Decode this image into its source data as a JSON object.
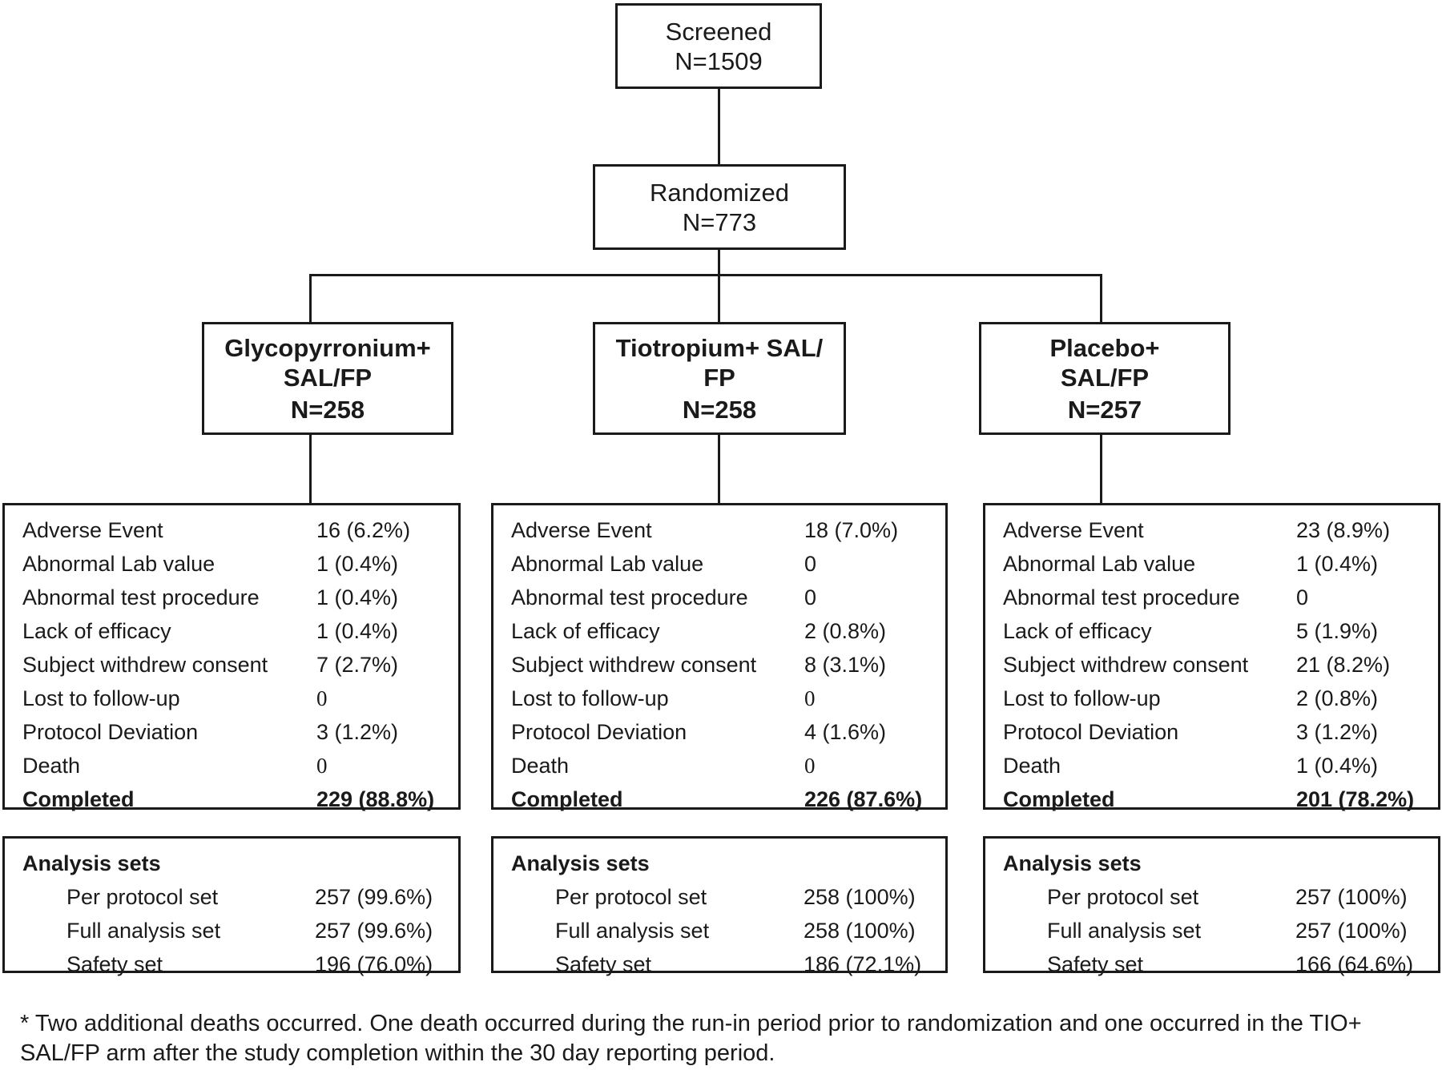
{
  "screened": {
    "title": "Screened",
    "n": "N=1509"
  },
  "randomized": {
    "title": "Randomized",
    "n": "N=773"
  },
  "arms": [
    {
      "name_line1": "Glycopyrronium+",
      "name_line2": "SAL/FP",
      "n": "N=258",
      "discontinuations": [
        {
          "label": "Adverse Event",
          "value": "16 (6.2%)"
        },
        {
          "label": "Abnormal Lab value",
          "value": "1 (0.4%)"
        },
        {
          "label": "Abnormal test procedure",
          "value": "1 (0.4%)"
        },
        {
          "label": "Lack of efficacy",
          "value": "1 (0.4%)"
        },
        {
          "label": "Subject withdrew consent",
          "value": "7 (2.7%)"
        },
        {
          "label": "Lost to follow-up",
          "value": "0"
        },
        {
          "label": "Protocol Deviation",
          "value": "3 (1.2%)"
        },
        {
          "label": "Death",
          "value": "0"
        }
      ],
      "completed": {
        "label": "Completed",
        "value": "229  (88.8%)"
      },
      "analysis_title": "Analysis sets",
      "analysis_sets": [
        {
          "label": "Per protocol set",
          "value": "257 (99.6%)"
        },
        {
          "label": "Full analysis set",
          "value": "257 (99.6%)"
        },
        {
          "label": "Safety set",
          "value": "196 (76.0%)"
        }
      ]
    },
    {
      "name_line1": "Tiotropium+ SAL/",
      "name_line2": "FP",
      "n": "N=258",
      "discontinuations": [
        {
          "label": "Adverse Event",
          "value": "18 (7.0%)"
        },
        {
          "label": "Abnormal Lab value",
          "value": "0"
        },
        {
          "label": "Abnormal test procedure",
          "value": "0"
        },
        {
          "label": "Lack of efficacy",
          "value": "2 (0.8%)"
        },
        {
          "label": "Subject withdrew consent",
          "value": "8 (3.1%)"
        },
        {
          "label": "Lost to follow-up",
          "value": "0"
        },
        {
          "label": "Protocol Deviation",
          "value": "4 (1.6%)"
        },
        {
          "label": "Death",
          "value": "0"
        }
      ],
      "completed": {
        "label": "Completed",
        "value": "226  (87.6%)"
      },
      "analysis_title": "Analysis sets",
      "analysis_sets": [
        {
          "label": "Per protocol set",
          "value": "258 (100%)"
        },
        {
          "label": "Full analysis set",
          "value": "258 (100%)"
        },
        {
          "label": "Safety set",
          "value": "186 (72.1%)"
        }
      ]
    },
    {
      "name_line1": "Placebo+",
      "name_line2": "SAL/FP",
      "n": "N=257",
      "discontinuations": [
        {
          "label": "Adverse Event",
          "value": "23 (8.9%)"
        },
        {
          "label": "Abnormal Lab value",
          "value": "1 (0.4%)"
        },
        {
          "label": "Abnormal test procedure",
          "value": "0"
        },
        {
          "label": "Lack of efficacy",
          "value": "5 (1.9%)"
        },
        {
          "label": "Subject withdrew consent",
          "value": "21 (8.2%)"
        },
        {
          "label": "Lost to follow-up",
          "value": "2 (0.8%)"
        },
        {
          "label": "Protocol Deviation",
          "value": "3 (1.2%)"
        },
        {
          "label": "Death",
          "value": "1 (0.4%)"
        }
      ],
      "completed": {
        "label": "Completed",
        "value": "201  (78.2%)"
      },
      "analysis_title": "Analysis sets",
      "analysis_sets": [
        {
          "label": "Per protocol set",
          "value": "257 (100%)"
        },
        {
          "label": "Full analysis set",
          "value": "257 (100%)"
        },
        {
          "label": "Safety set",
          "value": "166 (64.6%)"
        }
      ]
    }
  ],
  "footnote": "* Two additional deaths  occurred. One death occurred during the run-in period prior to randomization and one occurred in the TIO+ SAL/FP arm after the study completion within the 30 day reporting period."
}
